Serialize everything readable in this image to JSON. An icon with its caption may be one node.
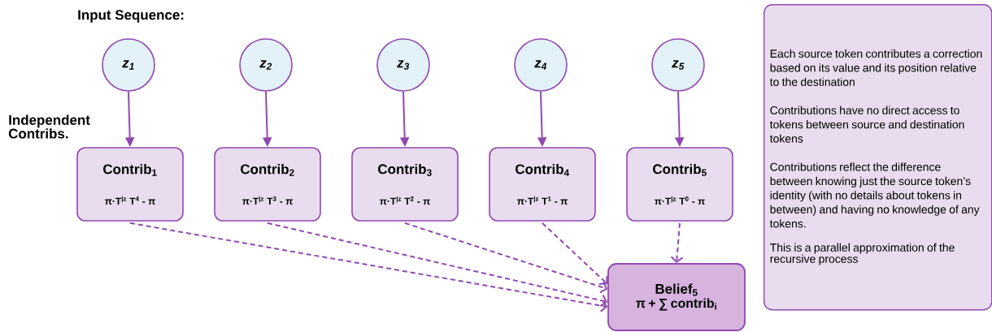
{
  "diagram": {
    "nodes": [
      {
        "text": [
          "z$_{1}$"
        ]
      },
      {
        "text": [
          "z$_{2}$"
        ]
      },
      {
        "text": [
          "z$_{3}$"
        ]
      },
      {
        "text": [
          "z$_{4}$"
        ]
      },
      {
        "text": [
          "z$_{5}$"
        ]
      },
      {
        "text": [
          "Contrib$_{1}$",
          "π·T$^{|z}$ T$^{4}$ - π"
        ]
      },
      {
        "text": [
          "Contrib$_{2}$",
          "π·T$^{|z}$ T$^{3}$ - π"
        ]
      },
      {
        "text": [
          "Contrib$_{3}$",
          "π·T$^{|z}$ T$^{2}$ - π"
        ]
      },
      {
        "text": [
          "Contrib$_{4}$",
          "π·T$^{|z}$ T$^{1}$ - π"
        ]
      },
      {
        "text": [
          "Contrib$_{5}$",
          "π·T$^{|z}$ T$^{0}$ - π"
        ]
      },
      {
        "text": [
          "Belief$_{5}$",
          "π + ∑ contrib$_{i}$"
        ]
      },
      {
        "text": [
          "Each source token contributes a correction based on its value and its position relative to the destination",
          "Contributions have no direct access to tokens between source and destination tokens",
          "Contributions reflect the difference between knowing just the source token’s identity (with no details about tokens in between) and having no knowledge of any tokens.",
          "This is a parallel approximation of the recursive process"
        ]
      }
    ],
    "edges": [
      {
        "from": 0,
        "to": 5,
        "arrow": "to"
      },
      {
        "from": 1,
        "to": 6,
        "arrow": "to"
      },
      {
        "from": 2,
        "to": 7,
        "arrow": "to"
      },
      {
        "from": 3,
        "to": 8,
        "arrow": "to"
      },
      {
        "from": 4,
        "to": 9,
        "arrow": "to"
      },
      {
        "from": 5,
        "to": 10,
        "arrow": "to",
        "style": "dashed"
      },
      {
        "from": 6,
        "to": 10,
        "arrow": "to",
        "style": "dashed"
      },
      {
        "from": 7,
        "to": 10,
        "arrow": "to",
        "style": "dashed"
      },
      {
        "from": 8,
        "to": 10,
        "arrow": "to",
        "style": "dashed"
      },
      {
        "from": 9,
        "to": 10,
        "arrow": "to",
        "style": "dashed"
      }
    ],
    "labels": [
      "Input Sequence:",
      "Independent Contribs."
    ]
  }
}
